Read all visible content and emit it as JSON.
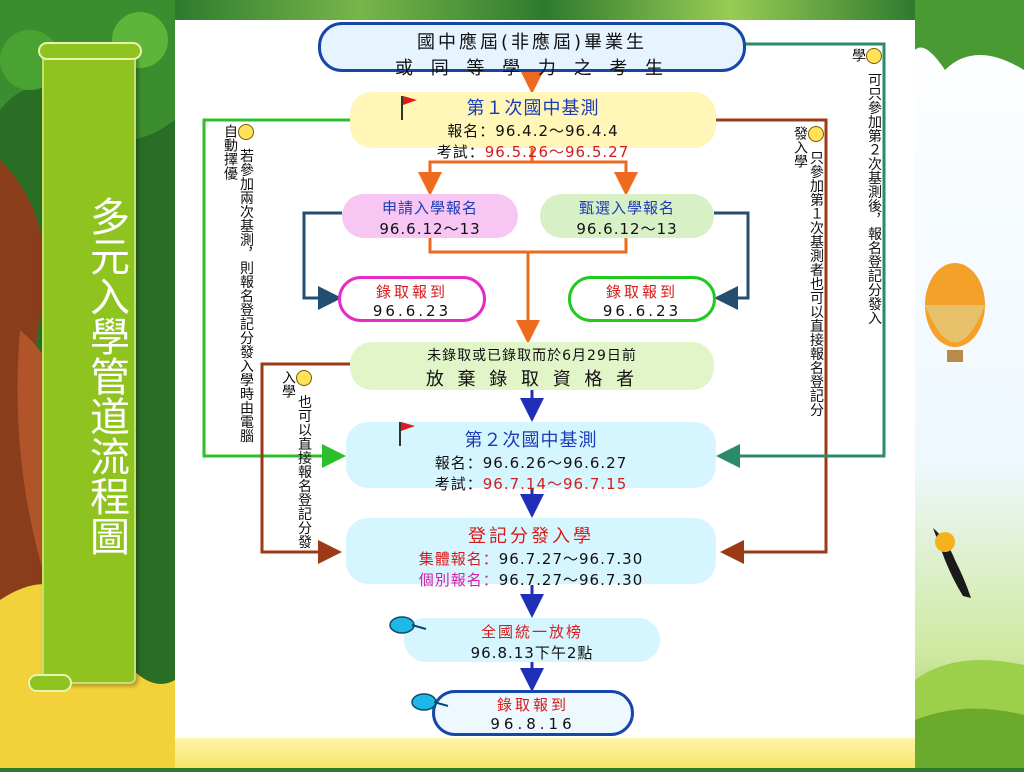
{
  "title": "多元入學管道流程圖",
  "nodes": {
    "start": {
      "line1": "國中應屆(非應屆)畢業生",
      "line2": "或 同 等 學 力 之 考 生"
    },
    "test1": {
      "title": "第１次國中基測",
      "reg_label": "報名：",
      "reg_value": "96.4.2～96.4.4",
      "exam_label": "考試：",
      "exam_value": "96.5.26～96.5.27"
    },
    "apply": {
      "title": "申請入學報名",
      "date": "96.6.12～13"
    },
    "select": {
      "title": "甄選入學報名",
      "date": "96.6.12～13"
    },
    "admit_left": {
      "title": "錄取報到",
      "date": "96.6.23"
    },
    "admit_right": {
      "title": "錄取報到",
      "date": "96.6.23"
    },
    "abandon": {
      "line1": "未錄取或已錄取而於6月29日前",
      "line2": "放 棄 錄 取 資 格 者"
    },
    "test2": {
      "title": "第２次國中基測",
      "reg_label": "報名：",
      "reg_value": "96.6.26～96.6.27",
      "exam_label": "考試：",
      "exam_value": "96.7.14～96.7.15"
    },
    "register": {
      "title": "登記分發入學",
      "group_label": "集體報名：",
      "group_value": "96.7.27～96.7.30",
      "indiv_label": "個別報名：",
      "indiv_value": "96.7.27～96.7.30"
    },
    "release": {
      "title": "全國統一放榜",
      "date": "96.8.13下午2點"
    },
    "final": {
      "title": "錄取報到",
      "date": "96.8.16"
    }
  },
  "notes": {
    "left_outer": "若參加兩次基測，則報名登記分發入學時由電腦自動擇優",
    "left_inner": "也可以直接報名登記分發入學",
    "right_inner": "只參加第１次基測者也可以直接報名登記分發入學",
    "right_outer": "可只參加第２次基測後，報名登記分發入學"
  },
  "colors": {
    "arrow_orange": "#ee6a1e",
    "arrow_blue": "#1f2fb8",
    "arrow_brown": "#9b3a14",
    "arrow_green": "#2bbf2b",
    "arrow_teal": "#2a8a6a",
    "arrow_navy": "#234e70"
  }
}
